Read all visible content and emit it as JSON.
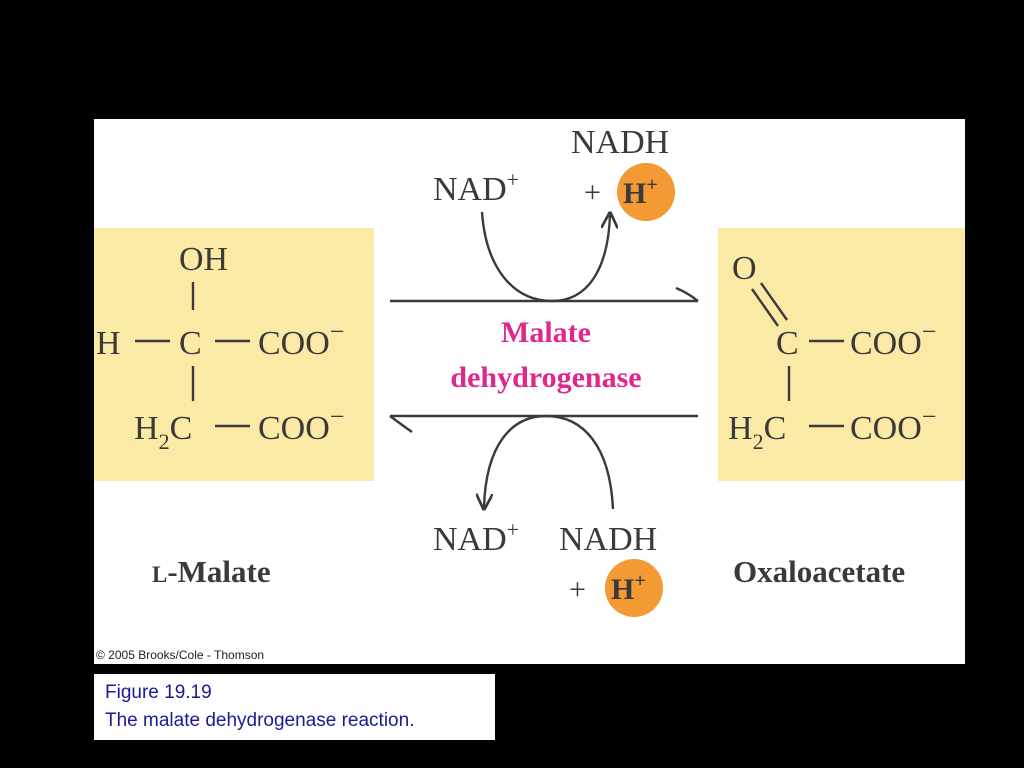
{
  "reaction": {
    "upper_reagent": "NAD",
    "upper_reagent_charge": "+",
    "upper_product": "NADH",
    "upper_plus": "+",
    "upper_proton": "H",
    "upper_proton_charge": "+",
    "enzyme_line1": "Malate",
    "enzyme_line2": "dehydrogenase",
    "lower_reagent": "NAD",
    "lower_reagent_charge": "+",
    "lower_product": "NADH",
    "lower_plus": "+",
    "lower_proton": "H",
    "lower_proton_charge": "+"
  },
  "malate": {
    "oh": "OH",
    "h": "H",
    "c": "C",
    "coo_top": "COO",
    "coo_top_charge": "−",
    "h2c_h": "H",
    "h2c_sub": "2",
    "h2c_c": "C",
    "coo_bottom": "COO",
    "coo_bottom_charge": "−",
    "name_prefix": "L",
    "name_rest": "-Malate"
  },
  "oxaloacetate": {
    "o": "O",
    "c": "C",
    "coo_top": "COO",
    "coo_top_charge": "−",
    "h2c_h": "H",
    "h2c_sub": "2",
    "h2c_c": "C",
    "coo_bottom": "COO",
    "coo_bottom_charge": "−",
    "name": "Oxaloacetate"
  },
  "copyright": "© 2005 Brooks/Cole - Thomson",
  "caption": {
    "figure_number": "Figure 19.19",
    "text": "The malate dehydrogenase reaction."
  },
  "colors": {
    "background": "#000000",
    "panel": "#ffffff",
    "molecule_box": "#fbeaa6",
    "enzyme_text": "#e0288c",
    "proton_circle": "#f39a34",
    "structure_text": "#3a3a3a",
    "caption_text": "#1a1a99"
  }
}
